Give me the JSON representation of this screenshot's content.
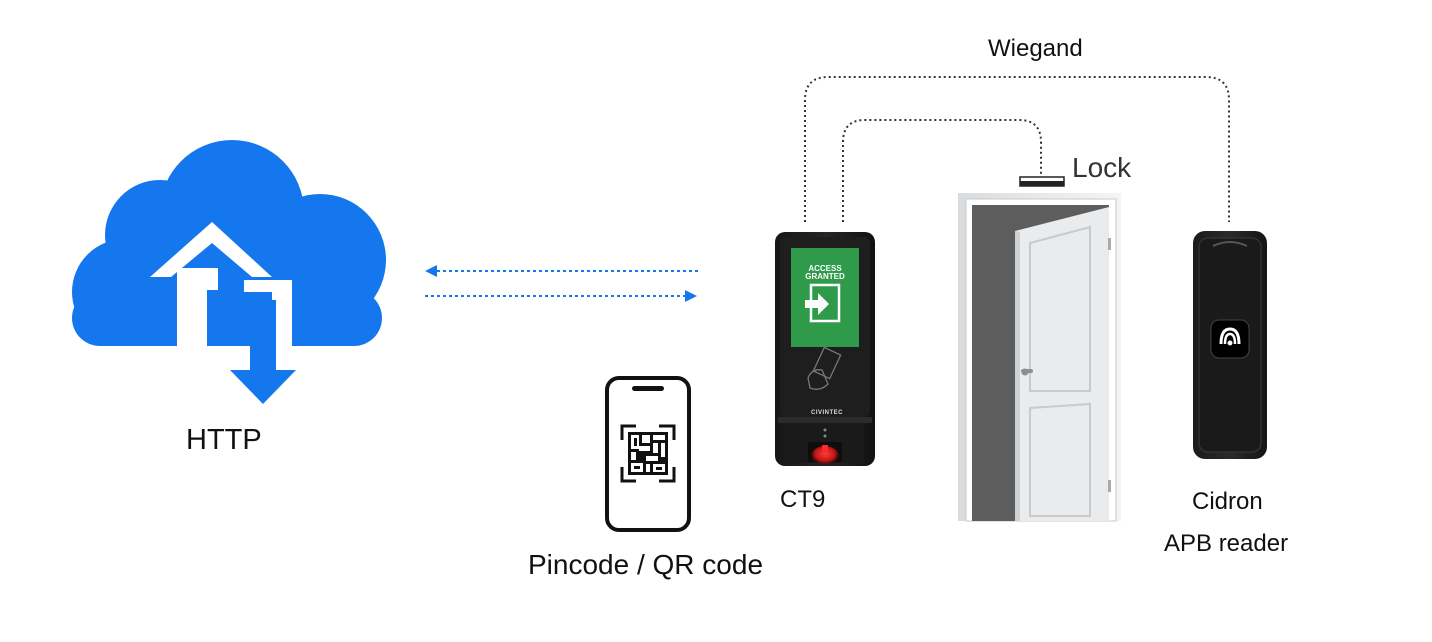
{
  "labels": {
    "http": "HTTP",
    "wiegand": "Wiegand",
    "lock": "Lock",
    "ct9": "CT9",
    "cidron": "Cidron",
    "apb_reader": "APB reader",
    "pincode_qr": "Pincode / QR code"
  },
  "ct9_screen": {
    "line1": "ACCESS",
    "line2": "GRANTED",
    "brand": "CIVINTEC"
  },
  "colors": {
    "cloud": "#1577EE",
    "arrows": "#1577EE",
    "screen_green": "#2E9A4A",
    "connector": "#333333"
  },
  "icons": {
    "cloud": "cloud-upload-download-icon",
    "phone": "qr-phone-icon",
    "reader": "wireless-reader-icon"
  }
}
